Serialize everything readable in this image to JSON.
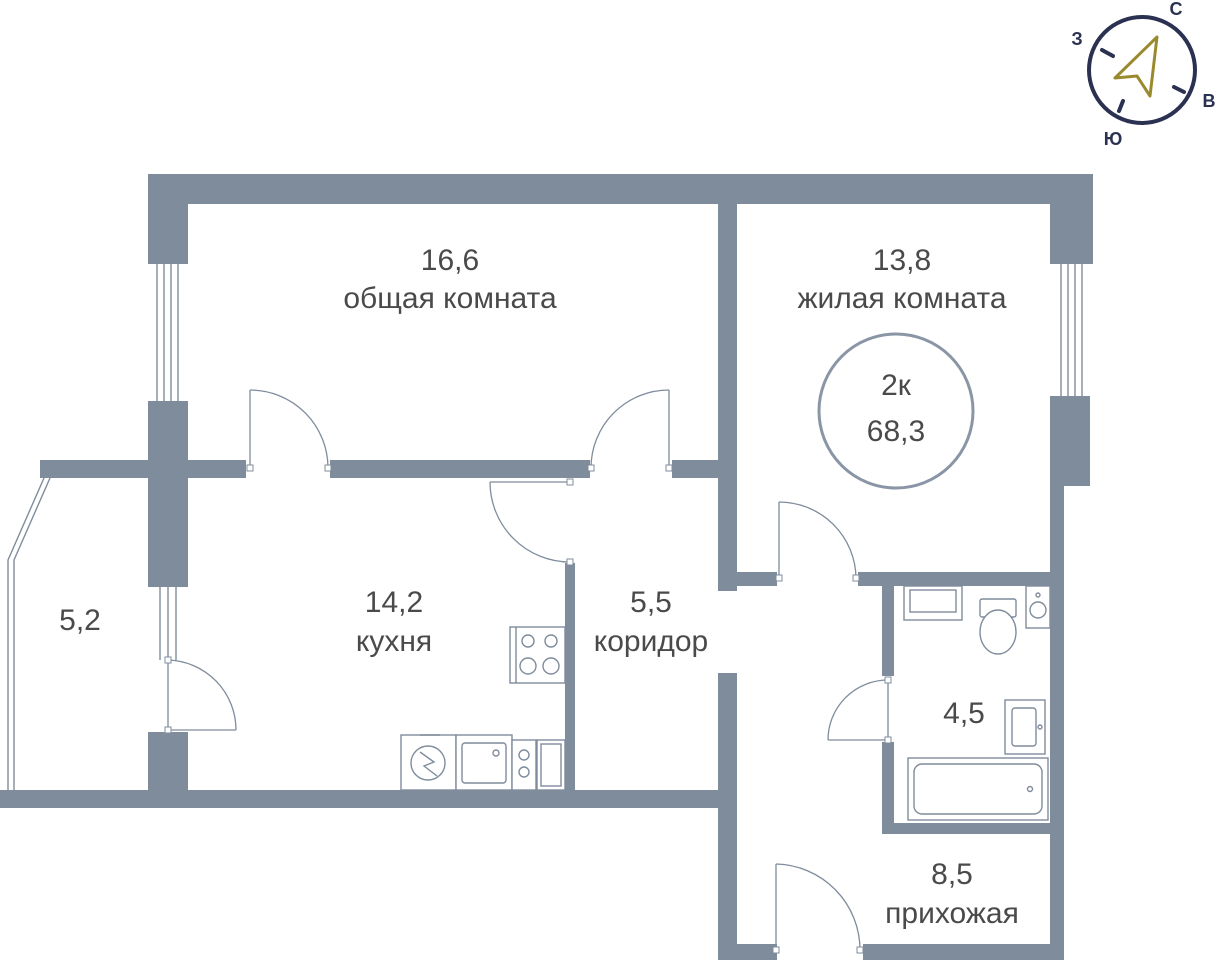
{
  "compass": {
    "north": "С",
    "east": "В",
    "south": "Ю",
    "west": "З",
    "ring_color": "#2b3150",
    "arrow_color": "#9a8a2e"
  },
  "badge": {
    "rooms": "2к",
    "total_area": "68,3",
    "ring_color": "#8a95a5"
  },
  "rooms": {
    "common_room": {
      "area": "16,6",
      "name": "общая комната"
    },
    "living_room": {
      "area": "13,8",
      "name": "жилая комната"
    },
    "kitchen": {
      "area": "14,2",
      "name": "кухня"
    },
    "corridor": {
      "area": "5,5",
      "name": "коридор"
    },
    "balcony": {
      "area": "5,2"
    },
    "bathroom": {
      "area": "4,5"
    },
    "hallway": {
      "area": "8,5",
      "name": "прихожая"
    }
  },
  "colors": {
    "wall": "#7f8c9c",
    "text": "#4a4a4a"
  }
}
